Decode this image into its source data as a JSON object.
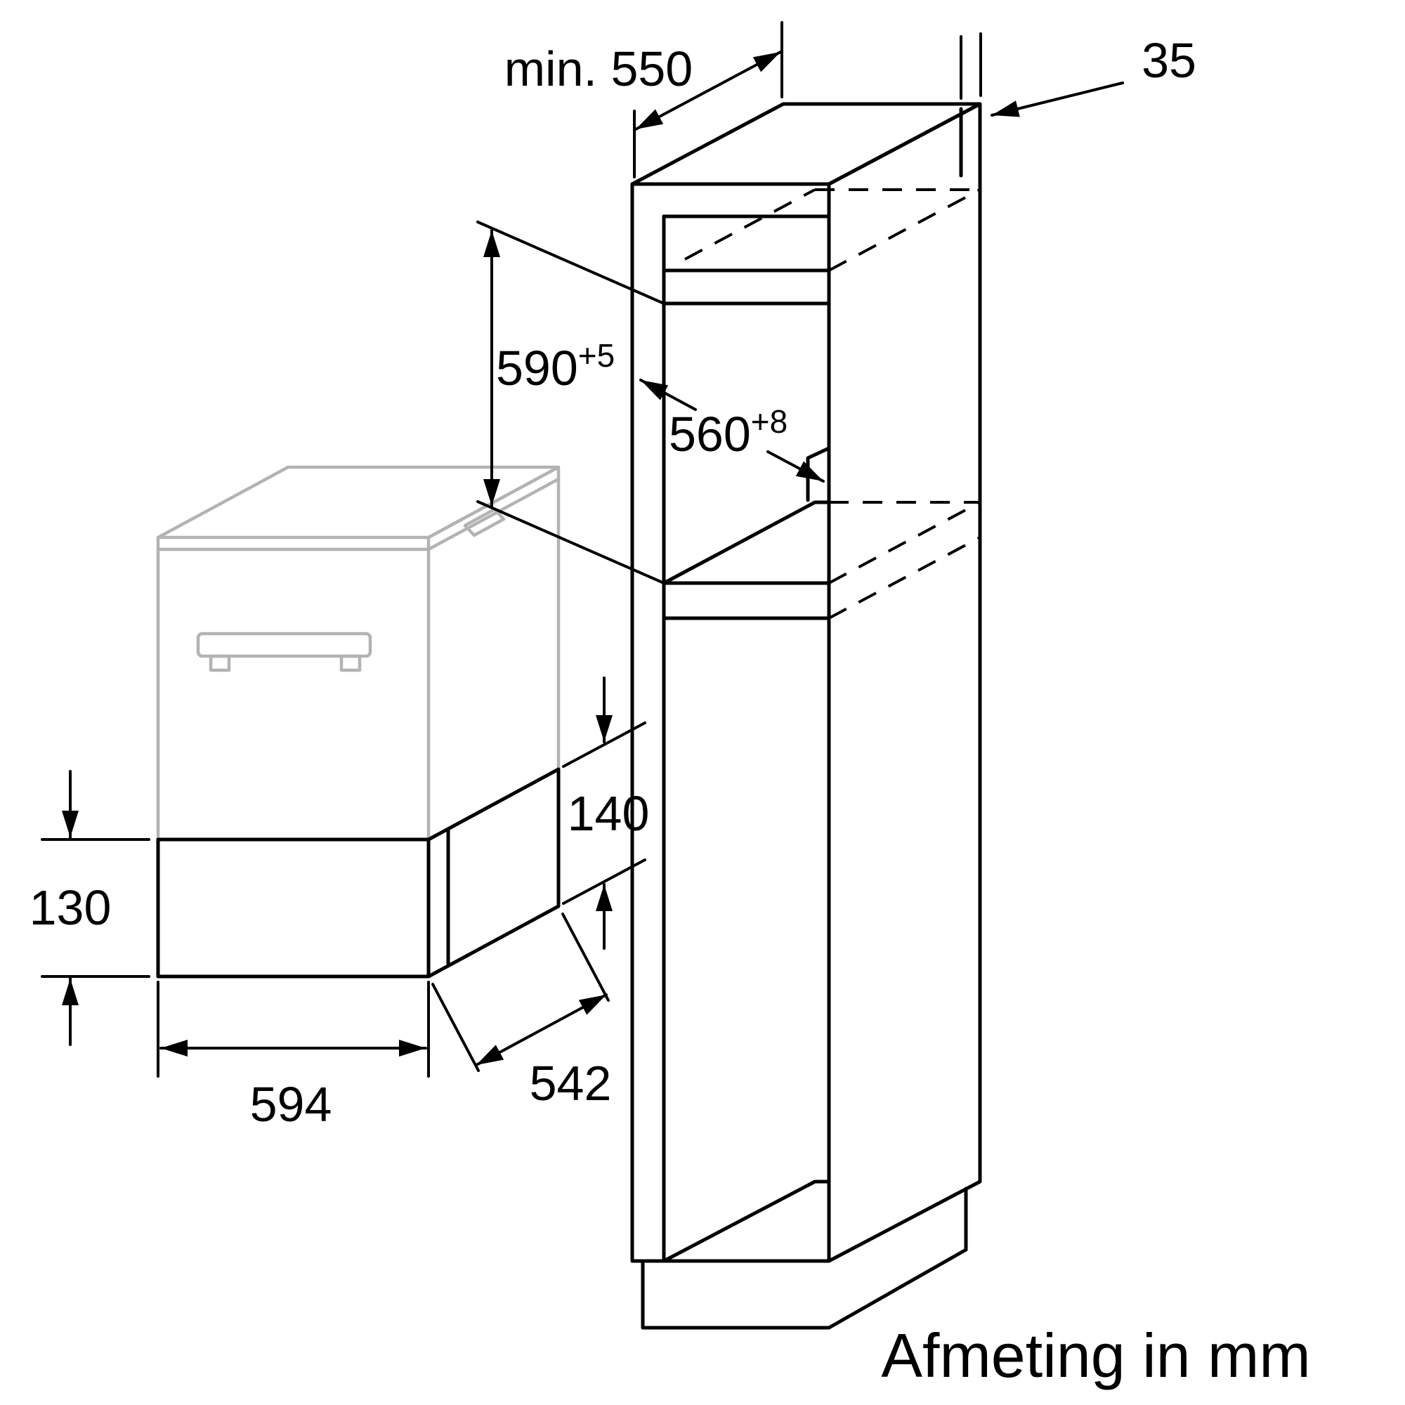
{
  "diagram": {
    "caption": "Afmeting in mm",
    "colors": {
      "line": "#000000",
      "ghost": "#b3b3b3",
      "background": "#ffffff"
    },
    "dimensions": {
      "cabinet_depth_min": "min. 550",
      "top_gap": "35",
      "niche_height": {
        "value": "590",
        "tolerance": "+5"
      },
      "niche_width": {
        "value": "560",
        "tolerance": "+8"
      },
      "drawer_front_height": "130",
      "niche_drawer_height": "140",
      "appliance_width": "594",
      "appliance_depth": "542"
    }
  }
}
